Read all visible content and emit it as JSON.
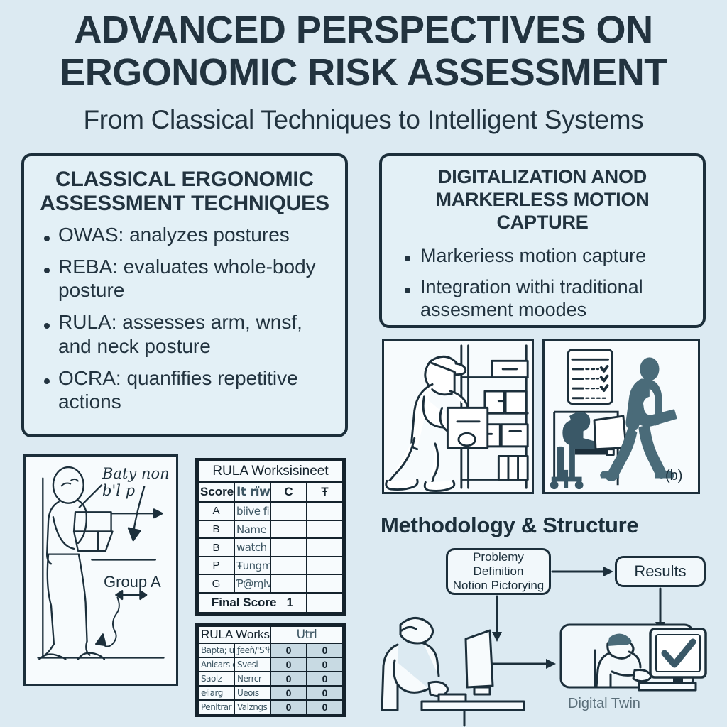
{
  "header": {
    "title_line1": "ADVANCED PERSPECTIVES ON",
    "title_line2": "ERGONOMIC RISK ASSESSMENT",
    "subtitle": "From Classical Techniques to Intelligent Systems"
  },
  "colors": {
    "background": "#dceaf2",
    "panel_fill": "#e3f0f6",
    "ink": "#1c2f3b",
    "title": "#22333f",
    "figure_fill": "#f7fbfd",
    "silhouette": "#4a6b79",
    "table_number_fill": "#c8dae3"
  },
  "panel_classical": {
    "title_line1": "CLASSICAL ERGONOMIC",
    "title_line2": "ASSESSMENT TECHNIQUES",
    "items": [
      "OWAS: analyzes postures",
      "REBA: evaluates whole-body posture",
      "RULA: assesses arm, wnsf, and neck posture",
      "OCRA: quanfifies repetitive actions"
    ]
  },
  "panel_digital": {
    "title_line1": "DIGITALIZATION ANOD",
    "title_line2": "MARKERLESS MOTION CAPTURE",
    "items": [
      "Markeriess motion capture",
      "Integration withi traditional assesment moodes"
    ]
  },
  "figure_posture": {
    "hand_label_line1": "Baty non",
    "hand_label_line2": "b'l  p",
    "group_label": "Group A"
  },
  "figure_mocap": {
    "caption": "(b)"
  },
  "table_rula_1": {
    "title": "RULA Worksisineet",
    "columns": [
      "Score",
      "It rïwuı",
      "C",
      "Ŧ"
    ],
    "rows": [
      [
        "A",
        "biive ficvs",
        "",
        ""
      ],
      [
        "B",
        "Name",
        "",
        ""
      ],
      [
        "B",
        "watch work",
        "",
        ""
      ],
      [
        "P",
        "Ŧungmnfte",
        "",
        ""
      ],
      [
        "G",
        "Ƥ@ɱlvtto.ntwr",
        "",
        ""
      ]
    ],
    "footer_label": "Final Score",
    "footer_value": "1"
  },
  "table_rula_2": {
    "title": "RULA Worksiheet",
    "unit_header": "Utrl",
    "rows": [
      [
        "Bapta; ulrho",
        "ƒeeň/'S³ł.",
        "0",
        "0"
      ],
      [
        "Aniєars cifti",
        "Svesi",
        "0",
        "0"
      ],
      [
        "Saolz",
        "Nerrcr",
        "0",
        "0"
      ],
      [
        "ełiarg",
        "Ueoıs",
        "0",
        "0"
      ],
      [
        "Penltrar oineels",
        "Valzngs",
        "0",
        "0"
      ]
    ]
  },
  "methodology": {
    "heading": "Methodology & Structure",
    "problem_box_line1": "Problemy",
    "problem_box_line2": "Definition",
    "problem_box_line3": "Notion Pictorying",
    "results_box": "Results",
    "digital_twin_caption": "Digital Twin"
  }
}
